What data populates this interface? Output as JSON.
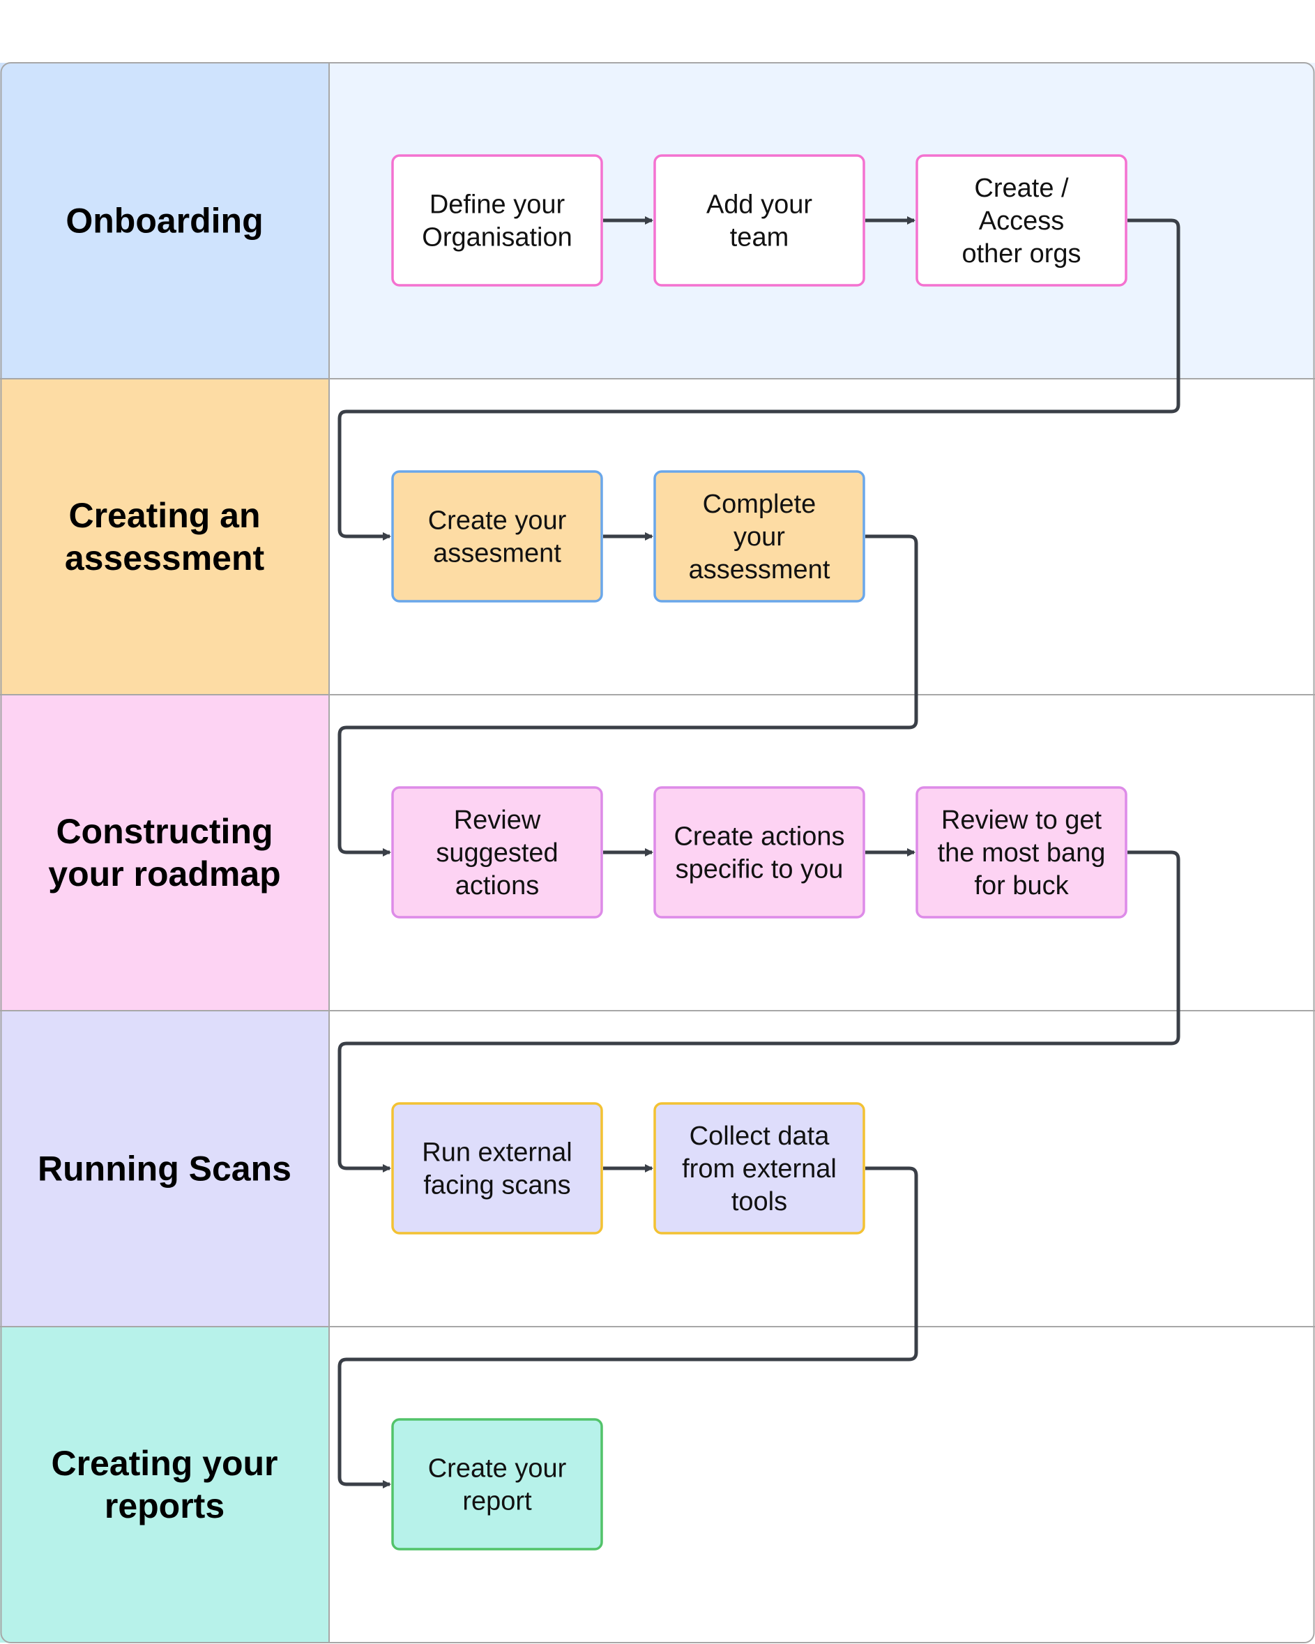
{
  "lanes": [
    {
      "id": "onboarding",
      "label": [
        "Onboarding"
      ],
      "label_bg": "#cfe3fd",
      "content_bg": "#ecf4ff",
      "nodes": [
        {
          "id": "define-organisation",
          "lines": [
            "Define your",
            "Organisation"
          ],
          "fill": "#ffffff",
          "border": "#f472d0"
        },
        {
          "id": "add-team",
          "lines": [
            "Add your",
            "team"
          ],
          "fill": "#ffffff",
          "border": "#f472d0"
        },
        {
          "id": "create-access-orgs",
          "lines": [
            "Create /",
            "Access",
            "other orgs"
          ],
          "fill": "#ffffff",
          "border": "#f472d0"
        }
      ]
    },
    {
      "id": "creating-assessment",
      "label": [
        "Creating an",
        "assessment"
      ],
      "label_bg": "#fddca4",
      "content_bg": "#ffffff",
      "nodes": [
        {
          "id": "create-assessment",
          "lines": [
            "Create your",
            "assesment"
          ],
          "fill": "#fddca4",
          "border": "#6aa7ea"
        },
        {
          "id": "complete-assessment",
          "lines": [
            "Complete",
            "your",
            "assessment"
          ],
          "fill": "#fddca4",
          "border": "#6aa7ea"
        }
      ]
    },
    {
      "id": "constructing-roadmap",
      "label": [
        "Constructing",
        "your roadmap"
      ],
      "label_bg": "#fdd3f3",
      "content_bg": "#ffffff",
      "nodes": [
        {
          "id": "review-suggested-actions",
          "lines": [
            "Review",
            "suggested",
            "actions"
          ],
          "fill": "#fdd3f3",
          "border": "#dd8be8"
        },
        {
          "id": "create-actions",
          "lines": [
            "Create actions",
            "specific to you"
          ],
          "fill": "#fdd3f3",
          "border": "#dd8be8"
        },
        {
          "id": "review-bang-for-buck",
          "lines": [
            "Review to get",
            "the most bang",
            "for buck"
          ],
          "fill": "#fdd3f3",
          "border": "#dd8be8"
        }
      ]
    },
    {
      "id": "running-scans",
      "label": [
        "Running Scans"
      ],
      "label_bg": "#deddfb",
      "content_bg": "#ffffff",
      "nodes": [
        {
          "id": "run-external-scans",
          "lines": [
            "Run external",
            "facing scans"
          ],
          "fill": "#deddfb",
          "border": "#f3c233"
        },
        {
          "id": "collect-external-data",
          "lines": [
            "Collect data",
            "from external",
            "tools"
          ],
          "fill": "#deddfb",
          "border": "#f3c233"
        }
      ]
    },
    {
      "id": "creating-reports",
      "label": [
        "Creating your",
        "reports"
      ],
      "label_bg": "#b7f2ea",
      "content_bg": "#ffffff",
      "nodes": [
        {
          "id": "create-report",
          "lines": [
            "Create your",
            "report"
          ],
          "fill": "#b7f2ea",
          "border": "#52c36a"
        }
      ]
    }
  ],
  "colors": {
    "grid_line": "#a7a7a7",
    "connector": "#3a3f47",
    "label_text": "#000000",
    "node_text": "#111111"
  }
}
